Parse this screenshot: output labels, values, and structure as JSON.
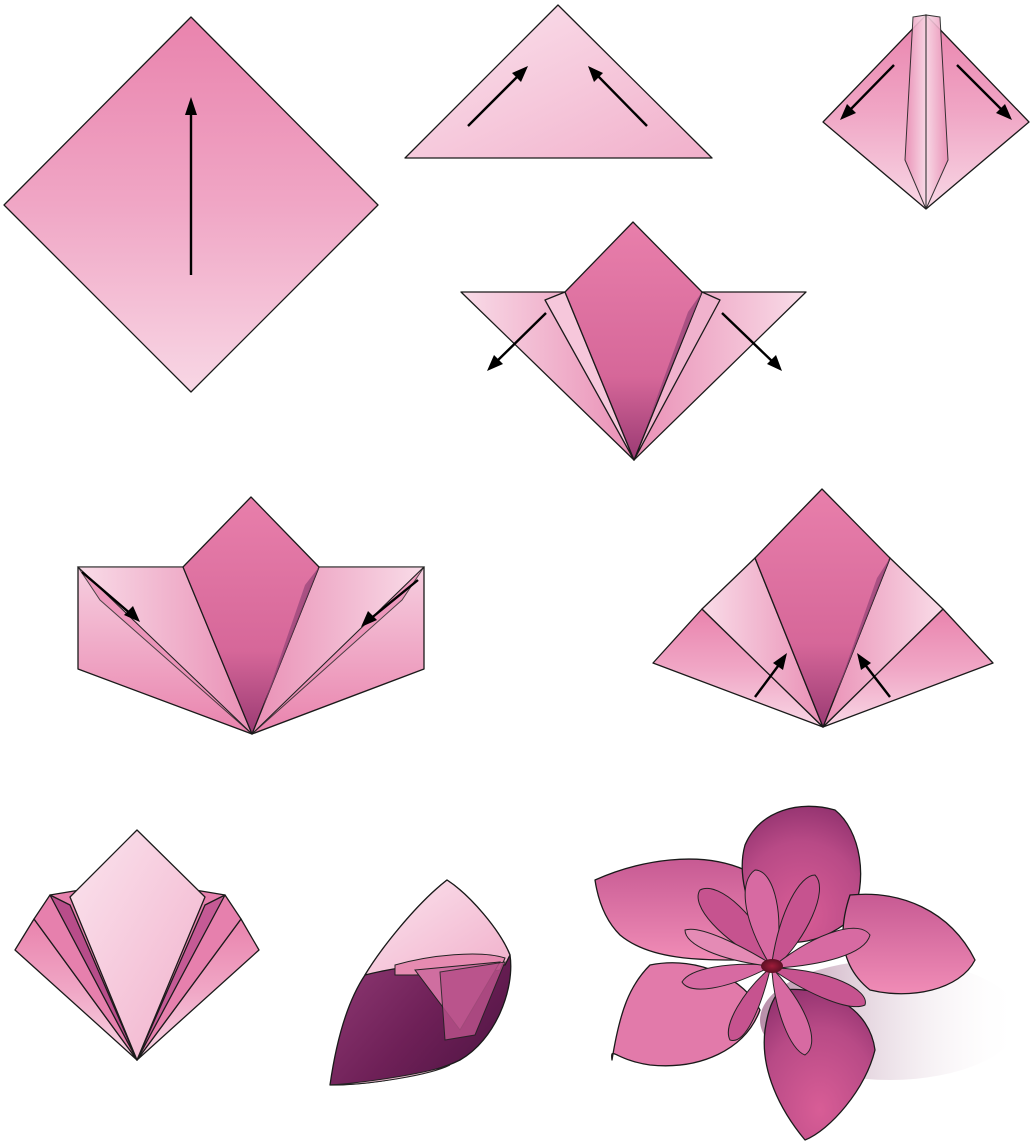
{
  "diagram": {
    "subject": "kusudama-flower-folding-steps",
    "colors": {
      "paper_light": "#f7d3e2",
      "paper_mid": "#ef9dbf",
      "paper_dark": "#e46fa0",
      "shadow_dark": "#8a2d63",
      "shadow_deep": "#5b1a45",
      "center": "#7a1530",
      "outline": "#1a1a1a"
    },
    "steps": [
      {
        "id": 1,
        "figure": "square-diamond",
        "arrows": [
          "fold-up"
        ]
      },
      {
        "id": 2,
        "figure": "triangle",
        "arrows": [
          "fold-left-corner-up",
          "fold-right-corner-up"
        ]
      },
      {
        "id": 3,
        "figure": "small-diamond",
        "arrows": [
          "fold-left-down",
          "fold-right-down"
        ]
      },
      {
        "id": 4,
        "figure": "squash-open",
        "arrows": [
          "open-left",
          "open-right"
        ]
      },
      {
        "id": 5,
        "figure": "squash-flat",
        "arrows": [
          "fold-left-edge-in",
          "fold-right-edge-in"
        ]
      },
      {
        "id": 6,
        "figure": "kite-folded",
        "arrows": [
          "fold-left-flap-up",
          "fold-right-flap-up"
        ]
      },
      {
        "id": 7,
        "figure": "petal-unit",
        "arrows": []
      },
      {
        "id": 8,
        "figure": "petal-cone",
        "arrows": []
      },
      {
        "id": 9,
        "figure": "finished-flower",
        "arrows": []
      }
    ]
  }
}
